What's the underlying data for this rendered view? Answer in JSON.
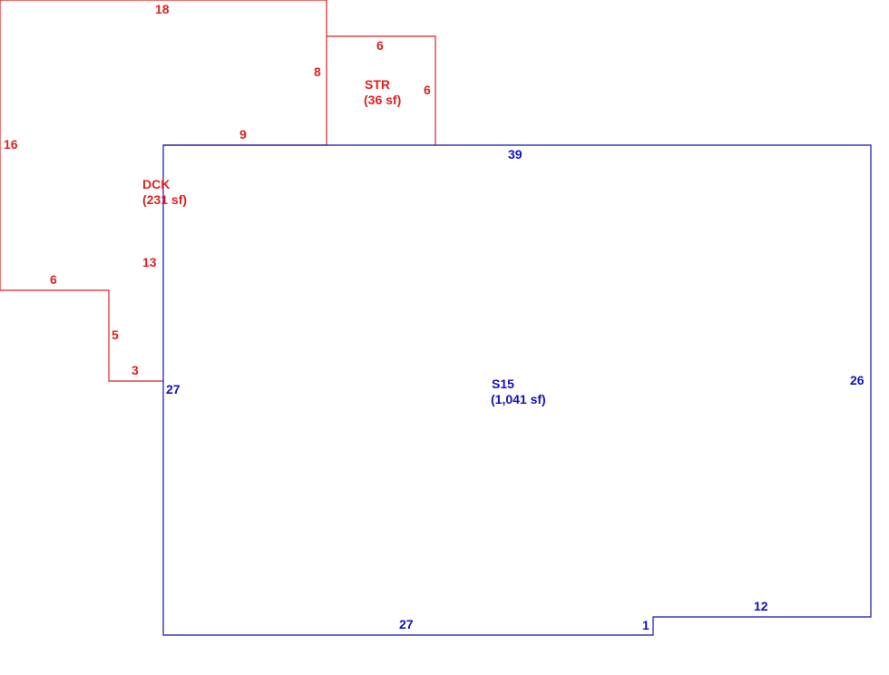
{
  "colors": {
    "dck": "#e02020",
    "str": "#e02020",
    "s15": "#1010c0",
    "background": "#ffffff"
  },
  "areas": {
    "dck": {
      "code": "DCK",
      "area": "(231 sf)"
    },
    "str": {
      "code": "STR",
      "area": "(36 sf)"
    },
    "s15": {
      "code": "S15",
      "area": "(1,041 sf)"
    }
  },
  "dimensions": {
    "dck": {
      "top": "18",
      "left": "16",
      "right_upper": "8",
      "right_lower": "13",
      "inner_top": "9",
      "bottom_left": "6",
      "notch_vertical": "5",
      "notch_bottom": "3"
    },
    "str": {
      "top": "6",
      "right": "6"
    },
    "s15": {
      "top": "39",
      "left": "27",
      "right": "26",
      "bottom_left": "27",
      "step": "1",
      "bottom_right": "12"
    }
  }
}
